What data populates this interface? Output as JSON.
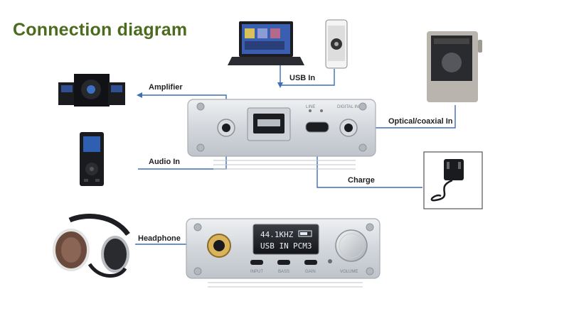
{
  "title": "Connection diagram",
  "labels": {
    "amplifier": "Amplifier",
    "audio_in": "Audio In",
    "usb_in": "USB In",
    "optical_coaxial_in": "Optical/coaxial In",
    "charge": "Charge",
    "headphone": "Headphone"
  },
  "device_panel": {
    "line_label": "LINE",
    "digital_in_label": "DIGITAL IN"
  },
  "oled": {
    "line1": "44.1KHZ",
    "line2_left": "USB IN",
    "line2_right": "PCM3"
  },
  "front_panel": {
    "input": "INPUT",
    "bass": "BASS",
    "gain": "GAIN",
    "volume": "VOLUME"
  },
  "colors": {
    "title": "#4d6b1f",
    "connector_line": "#3f6fb5",
    "panel": "#dcdfe3"
  }
}
